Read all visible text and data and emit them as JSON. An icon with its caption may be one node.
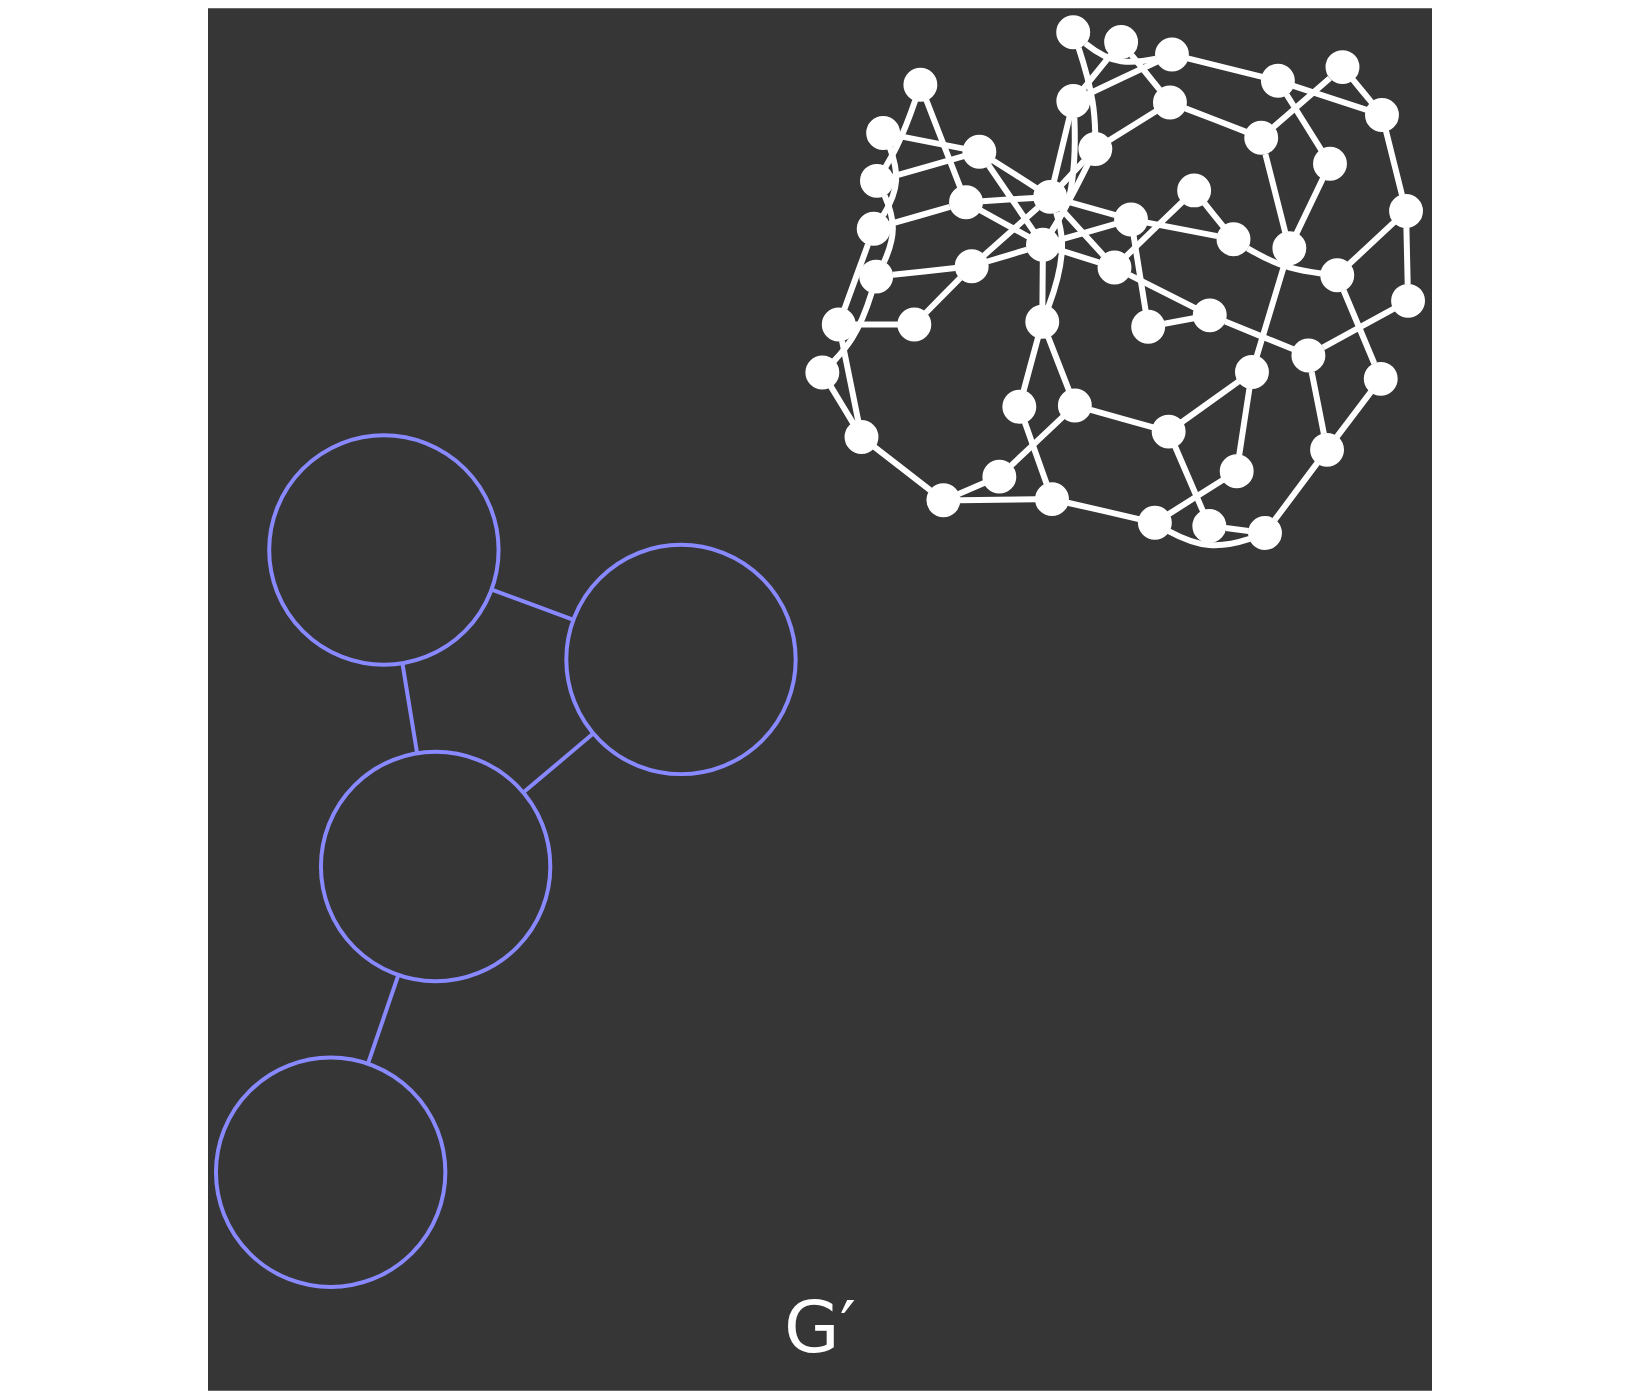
{
  "diagram": {
    "caption": "G′",
    "nodes": [
      {
        "text": [],
        "shape": "circle"
      },
      {
        "text": [],
        "shape": "circle"
      },
      {
        "text": [],
        "shape": "circle"
      },
      {
        "text": [],
        "shape": "circle"
      },
      {
        "text": [],
        "shape": "circle"
      },
      {
        "text": [],
        "shape": "circle"
      },
      {
        "text": [],
        "shape": "circle"
      },
      {
        "text": [],
        "shape": "circle"
      },
      {
        "text": [],
        "shape": "circle"
      },
      {
        "text": [],
        "shape": "circle"
      },
      {
        "text": [],
        "shape": "circle"
      },
      {
        "text": [],
        "shape": "circle"
      },
      {
        "text": [],
        "shape": "circle"
      },
      {
        "text": [],
        "shape": "circle"
      },
      {
        "text": [],
        "shape": "circle"
      },
      {
        "text": [],
        "shape": "circle"
      },
      {
        "text": [],
        "shape": "circle"
      },
      {
        "text": [],
        "shape": "circle"
      },
      {
        "text": [],
        "shape": "circle"
      },
      {
        "text": [],
        "shape": "circle"
      },
      {
        "text": [],
        "shape": "circle"
      },
      {
        "text": [],
        "shape": "circle"
      },
      {
        "text": [],
        "shape": "circle"
      },
      {
        "text": [],
        "shape": "circle"
      },
      {
        "text": [],
        "shape": "circle"
      },
      {
        "text": [],
        "shape": "circle"
      },
      {
        "text": [],
        "shape": "circle"
      },
      {
        "text": [],
        "shape": "circle"
      },
      {
        "text": [],
        "shape": "circle"
      },
      {
        "text": [],
        "shape": "circle"
      },
      {
        "text": [],
        "shape": "circle"
      },
      {
        "text": [],
        "shape": "circle"
      },
      {
        "text": [],
        "shape": "circle"
      },
      {
        "text": [],
        "shape": "circle"
      },
      {
        "text": [],
        "shape": "circle"
      },
      {
        "text": [],
        "shape": "circle"
      },
      {
        "text": [],
        "shape": "circle"
      },
      {
        "text": [],
        "shape": "circle"
      },
      {
        "text": [],
        "shape": "circle"
      },
      {
        "text": [],
        "shape": "circle"
      },
      {
        "text": [],
        "shape": "circle"
      },
      {
        "text": [],
        "shape": "circle"
      },
      {
        "text": [],
        "shape": "circle"
      },
      {
        "text": [],
        "shape": "circle"
      },
      {
        "text": [],
        "shape": "circle"
      },
      {
        "text": [],
        "shape": "circle"
      },
      {
        "text": [],
        "shape": "circle"
      },
      {
        "text": [],
        "shape": "circle"
      },
      {
        "text": [],
        "shape": "circle"
      },
      {
        "text": [],
        "shape": "circle"
      },
      {
        "text": [],
        "shape": "circle"
      },
      {
        "text": [],
        "shape": "circle"
      },
      {
        "text": [],
        "shape": "circle"
      },
      {
        "text": [],
        "shape": "circle"
      }
    ],
    "edges": [
      {
        "from": 0,
        "to": 2,
        "arrow": "none"
      },
      {
        "from": 2,
        "to": 6,
        "arrow": "none"
      },
      {
        "from": 6,
        "to": 8,
        "arrow": "none"
      },
      {
        "from": 8,
        "to": 10,
        "arrow": "none"
      },
      {
        "from": 10,
        "to": 12,
        "arrow": "none"
      },
      {
        "from": 1,
        "to": 3,
        "arrow": "none"
      },
      {
        "from": 3,
        "to": 7,
        "arrow": "none"
      },
      {
        "from": 7,
        "to": 9,
        "arrow": "none"
      },
      {
        "from": 9,
        "to": 11,
        "arrow": "none"
      },
      {
        "from": 11,
        "to": 13,
        "arrow": "none"
      },
      {
        "from": 0,
        "to": 7,
        "arrow": "none"
      },
      {
        "from": 1,
        "to": 6,
        "arrow": "none"
      },
      {
        "from": 8,
        "to": 13,
        "arrow": "none"
      },
      {
        "from": 9,
        "to": 12,
        "arrow": "none"
      },
      {
        "from": 12,
        "to": 14,
        "arrow": "none"
      },
      {
        "from": 13,
        "to": 24,
        "arrow": "none"
      },
      {
        "from": 14,
        "to": 15,
        "arrow": "none"
      },
      {
        "from": 15,
        "to": 16,
        "arrow": "none"
      },
      {
        "from": 16,
        "to": 30,
        "arrow": "none"
      },
      {
        "from": 30,
        "to": 32,
        "arrow": "none"
      },
      {
        "from": 32,
        "to": 34,
        "arrow": "none"
      },
      {
        "from": 14,
        "to": 33,
        "arrow": "none"
      },
      {
        "from": 16,
        "to": 17,
        "arrow": "none"
      },
      {
        "from": 17,
        "to": 31,
        "arrow": "none"
      },
      {
        "from": 31,
        "to": 33,
        "arrow": "none"
      },
      {
        "from": 33,
        "to": 35,
        "arrow": "none"
      },
      {
        "from": 35,
        "to": 48,
        "arrow": "none"
      },
      {
        "from": 48,
        "to": 49,
        "arrow": "none"
      },
      {
        "from": 34,
        "to": 35,
        "arrow": "none"
      },
      {
        "from": 30,
        "to": 49,
        "arrow": "none"
      },
      {
        "from": 23,
        "to": 34,
        "arrow": "none"
      },
      {
        "from": 17,
        "to": 42,
        "arrow": "none"
      },
      {
        "from": 18,
        "to": 19,
        "arrow": "none"
      },
      {
        "from": 19,
        "to": 20,
        "arrow": "none"
      },
      {
        "from": 20,
        "to": 21,
        "arrow": "none"
      },
      {
        "from": 21,
        "to": 22,
        "arrow": "none"
      },
      {
        "from": 22,
        "to": 23,
        "arrow": "none"
      },
      {
        "from": 36,
        "to": 37,
        "arrow": "none"
      },
      {
        "from": 37,
        "to": 38,
        "arrow": "none"
      },
      {
        "from": 38,
        "to": 39,
        "arrow": "none"
      },
      {
        "from": 39,
        "to": 40,
        "arrow": "none"
      },
      {
        "from": 40,
        "to": 41,
        "arrow": "none"
      },
      {
        "from": 18,
        "to": 38,
        "arrow": "none"
      },
      {
        "from": 20,
        "to": 36,
        "arrow": "none"
      },
      {
        "from": 21,
        "to": 41,
        "arrow": "none"
      },
      {
        "from": 23,
        "to": 39,
        "arrow": "none"
      },
      {
        "from": 24,
        "to": 25,
        "arrow": "none"
      },
      {
        "from": 25,
        "to": 26,
        "arrow": "none"
      },
      {
        "from": 26,
        "to": 27,
        "arrow": "none"
      },
      {
        "from": 27,
        "to": 28,
        "arrow": "none"
      },
      {
        "from": 28,
        "to": 29,
        "arrow": "none"
      },
      {
        "from": 42,
        "to": 43,
        "arrow": "none"
      },
      {
        "from": 43,
        "to": 44,
        "arrow": "none"
      },
      {
        "from": 44,
        "to": 45,
        "arrow": "none"
      },
      {
        "from": 45,
        "to": 46,
        "arrow": "none"
      },
      {
        "from": 46,
        "to": 47,
        "arrow": "none"
      },
      {
        "from": 24,
        "to": 44,
        "arrow": "none"
      },
      {
        "from": 26,
        "to": 42,
        "arrow": "none"
      },
      {
        "from": 27,
        "to": 47,
        "arrow": "none"
      },
      {
        "from": 29,
        "to": 45,
        "arrow": "none"
      },
      {
        "from": 36,
        "to": 52,
        "arrow": "none"
      },
      {
        "from": 36,
        "to": 53,
        "arrow": "none"
      },
      {
        "from": 41,
        "to": 52,
        "arrow": "none"
      },
      {
        "from": 41,
        "to": 53,
        "arrow": "none"
      },
      {
        "from": 49,
        "to": 52,
        "arrow": "none"
      },
      {
        "from": 49,
        "to": 53,
        "arrow": "none"
      },
      {
        "from": 47,
        "to": 52,
        "arrow": "none"
      },
      {
        "from": 47,
        "to": 53,
        "arrow": "none"
      },
      {
        "from": 18,
        "to": 52,
        "arrow": "none"
      },
      {
        "from": 18,
        "to": 53,
        "arrow": "none"
      },
      {
        "from": 0,
        "to": 52,
        "arrow": "none"
      },
      {
        "from": 0,
        "to": 53,
        "arrow": "none"
      },
      {
        "from": 29,
        "to": 52,
        "arrow": "none"
      },
      {
        "from": 29,
        "to": 53,
        "arrow": "none"
      },
      {
        "from": 1,
        "to": 52,
        "arrow": "none"
      },
      {
        "from": 1,
        "to": 53,
        "arrow": "none"
      },
      {
        "from": 4,
        "to": 5,
        "arrow": "none",
        "color": "#8888ff"
      },
      {
        "from": 4,
        "to": 50,
        "arrow": "none",
        "color": "#8888ff"
      },
      {
        "from": 5,
        "to": 51,
        "arrow": "none",
        "color": "#8888ff"
      },
      {
        "from": 4,
        "to": 51,
        "arrow": "none",
        "color": "#8888ff"
      }
    ]
  }
}
